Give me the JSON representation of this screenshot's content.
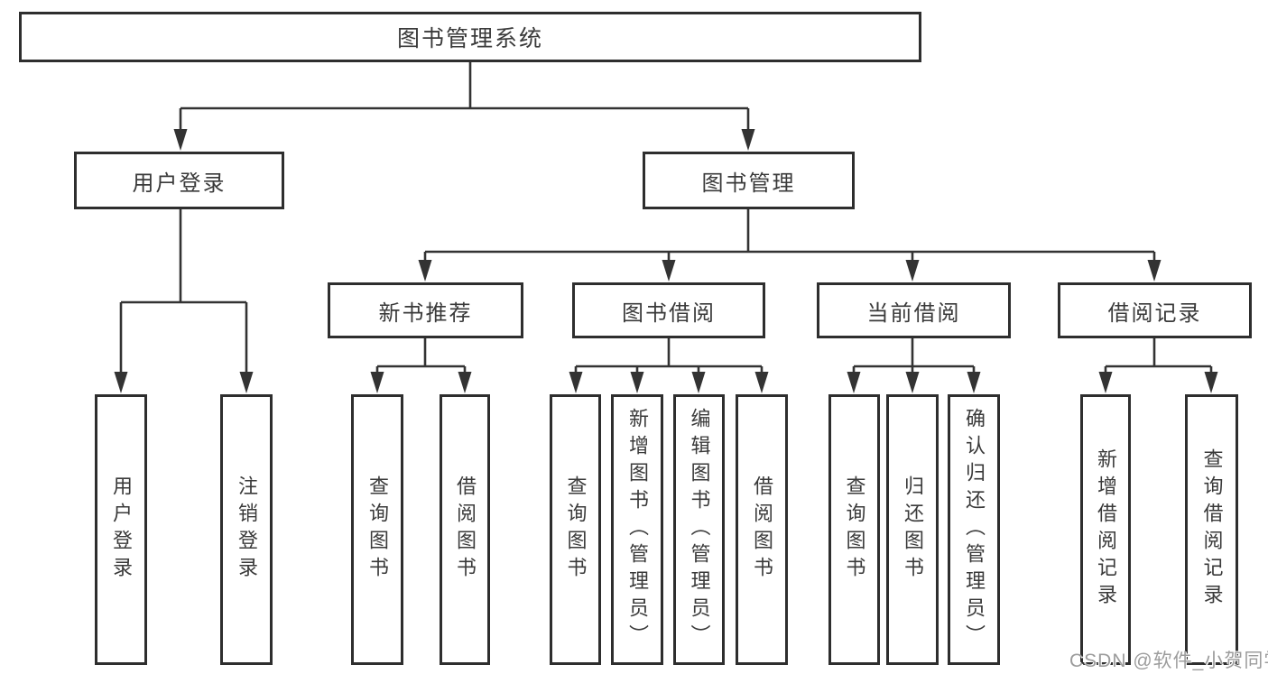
{
  "diagram": {
    "title": "图书管理系统",
    "root": {
      "label": "图书管理系统"
    },
    "branches": [
      {
        "label": "用户登录",
        "children": [
          {
            "label": "用户登录"
          },
          {
            "label": "注销登录"
          }
        ]
      },
      {
        "label": "图书管理",
        "children": [
          {
            "label": "新书推荐",
            "children": [
              {
                "label": "查询图书"
              },
              {
                "label": "借阅图书"
              }
            ]
          },
          {
            "label": "图书借阅",
            "children": [
              {
                "label": "查询图书"
              },
              {
                "label": "新增图书（管理员）"
              },
              {
                "label": "编辑图书（管理员）"
              },
              {
                "label": "借阅图书"
              }
            ]
          },
          {
            "label": "当前借阅",
            "children": [
              {
                "label": "查询图书"
              },
              {
                "label": "归还图书"
              },
              {
                "label": "确认归还（管理员）"
              }
            ]
          },
          {
            "label": "借阅记录",
            "children": [
              {
                "label": "新增借阅记录"
              },
              {
                "label": "查询借阅记录"
              }
            ]
          }
        ]
      }
    ]
  },
  "watermark": {
    "text": "CSDN @软件_小贺同学"
  },
  "colors": {
    "background": "#ffffff",
    "line": "#333333",
    "box_border": "#2e2e2e",
    "text": "#3a3a3a",
    "watermark_text": "#9c9c9c"
  }
}
